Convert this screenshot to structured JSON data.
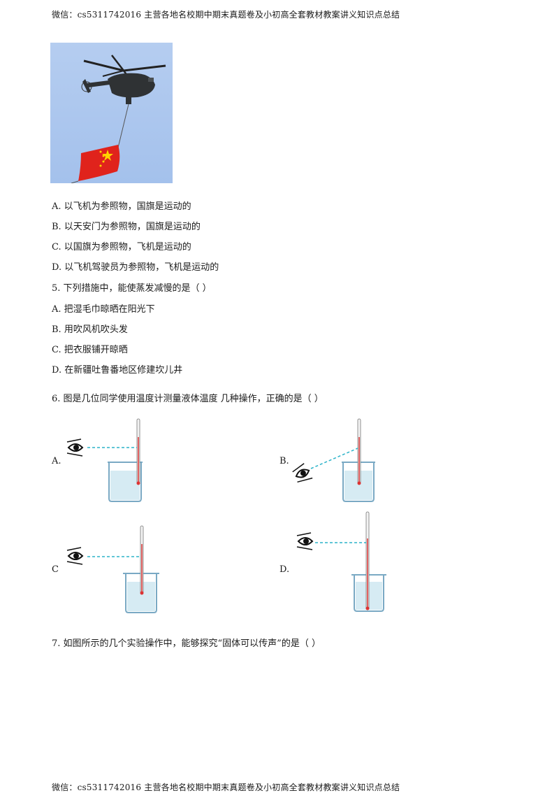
{
  "header": {
    "text": "微信：cs5311742016  主营各地名校期中期末真题卷及小初高全套教材教案讲义知识点总结"
  },
  "footer": {
    "text": "微信：cs5311742016  主营各地名校期中期末真题卷及小初高全套教材教案讲义知识点总结"
  },
  "q4": {
    "options": [
      "A.  以飞机为参照物，国旗是运动的",
      "B.  以天安门为参照物，国旗是运动的",
      "C.  以国旗为参照物，飞机是运动的",
      "D.  以飞机驾驶员为参照物，飞机是运动的"
    ]
  },
  "q5": {
    "stem": "5.  下列措施中，能使蒸发减慢的是（        ）",
    "options": [
      "A.  把湿毛巾晾晒在阳光下",
      "B.  用吹风机吹头发",
      "C.  把衣服铺开晾晒",
      "D.  在新疆吐鲁番地区修建坎儿井"
    ]
  },
  "q6": {
    "stem": "6.  图是几位同学使用温度计测量液体温度    几种操作，正确的是（        ）",
    "labels": [
      "A.",
      "B.",
      "C",
      "D."
    ]
  },
  "q7": {
    "stem": "7.  如图所示的几个实验操作中，能够探究“固体可以传声”的是（        ）"
  },
  "colors": {
    "dash": "#2bb3c9",
    "sky": "#a9c6ee",
    "flag": "#e0231c",
    "star": "#ffd400",
    "beaker": "#7aa9c4",
    "liquid": "#d6ebf3"
  }
}
